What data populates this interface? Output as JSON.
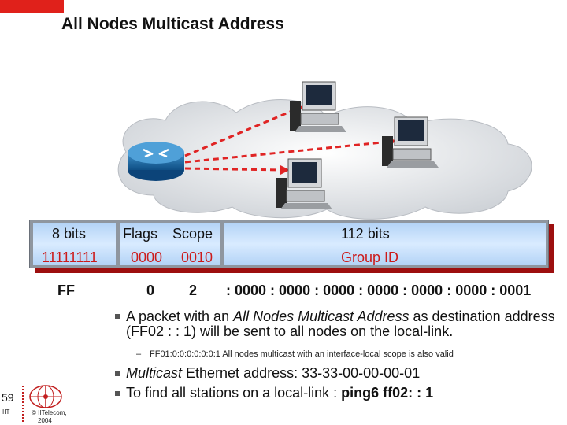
{
  "slide": {
    "title": "All Nodes Multicast Address"
  },
  "address": {
    "fields": {
      "prefix_bits": "8 bits",
      "flags": "Flags",
      "scope": "Scope",
      "group_bits": "112 bits",
      "prefix_value": "11111111",
      "flags_value": "0000",
      "scope_value": "0010",
      "group_label": "Group ID"
    },
    "hex": {
      "ff": "FF",
      "zero": "0",
      "two": "2",
      "group": ": 0000 : 0000 : 0000 : 0000 : 0000 : 0000 : 0001"
    }
  },
  "bullets": {
    "b1_pre": "A packet with an ",
    "b1_em": "All Nodes Multicast Address",
    "b1_post": " as destination address (FF02 : : 1) will be sent to all nodes on the local-link.",
    "sub_dash": "–",
    "sub": "FF01:0:0:0:0:0:0:1 All nodes multicast with an interface-local scope is also valid",
    "b2_em": "Multicast",
    "b2_post": " Ethernet address: 33-33-00-00-00-01",
    "b3_pre": "To find all stations on a local-link : ",
    "b3_bold": "ping6 ff02",
    "b3_post": ": : 1"
  },
  "footer": {
    "page": "59",
    "org": "IIT",
    "copyright_1": "© IITelecom,",
    "copyright_2": "2004"
  },
  "colors": {
    "accent": "#e0211b",
    "field_fill": "#c6e0fb",
    "arrow": "#e02424",
    "red_text": "#cc1a1a"
  },
  "icons": [
    "router-icon",
    "computer-icon",
    "network-cloud-icon",
    "iit-logo-icon"
  ]
}
